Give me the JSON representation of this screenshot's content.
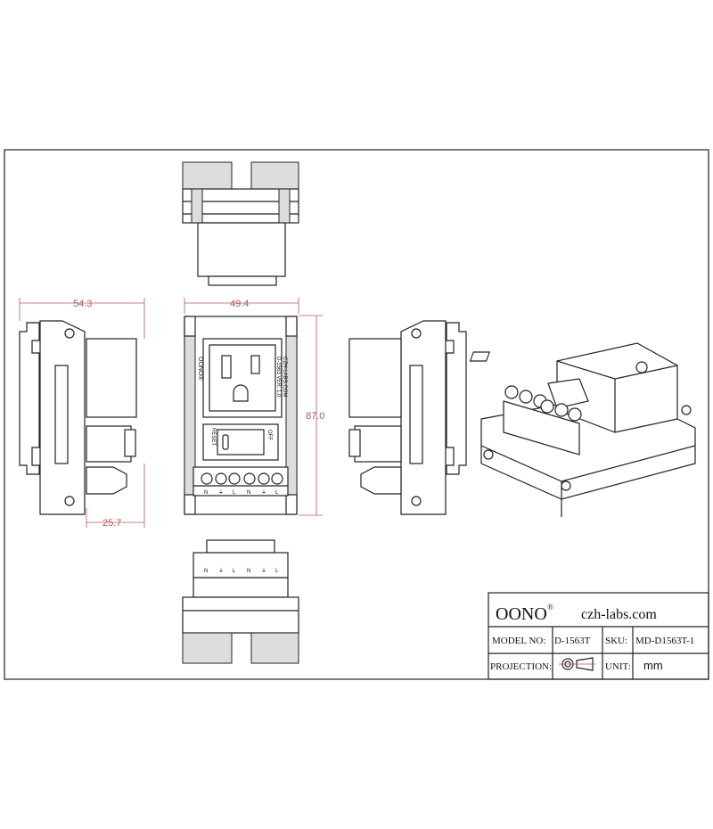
{
  "dimensions": {
    "side_width": "54.3",
    "front_width": "49.4",
    "height": "87.0",
    "side_depth": "25.7"
  },
  "front_view": {
    "brand": "OONO®",
    "website": "CZH-LABS.COM",
    "version": "D-1563  VER: 1.0",
    "switch_left": "RESET",
    "switch_right": "OFF",
    "terminals": [
      "N",
      "⏚",
      "L",
      "N",
      "⏚",
      "L"
    ]
  },
  "title_block": {
    "brand": "OONO",
    "registered": "®",
    "website": "czh-labs.com",
    "model_label": "MODEL NO:",
    "model_value": "D-1563T",
    "sku_label": "SKU:",
    "sku_value": "MD-D1563T-1",
    "projection_label": "PROJECTION:",
    "unit_label": "UNIT:",
    "unit_value": "mm"
  },
  "colors": {
    "dimension": "#b05a5a",
    "line": "#222222"
  }
}
